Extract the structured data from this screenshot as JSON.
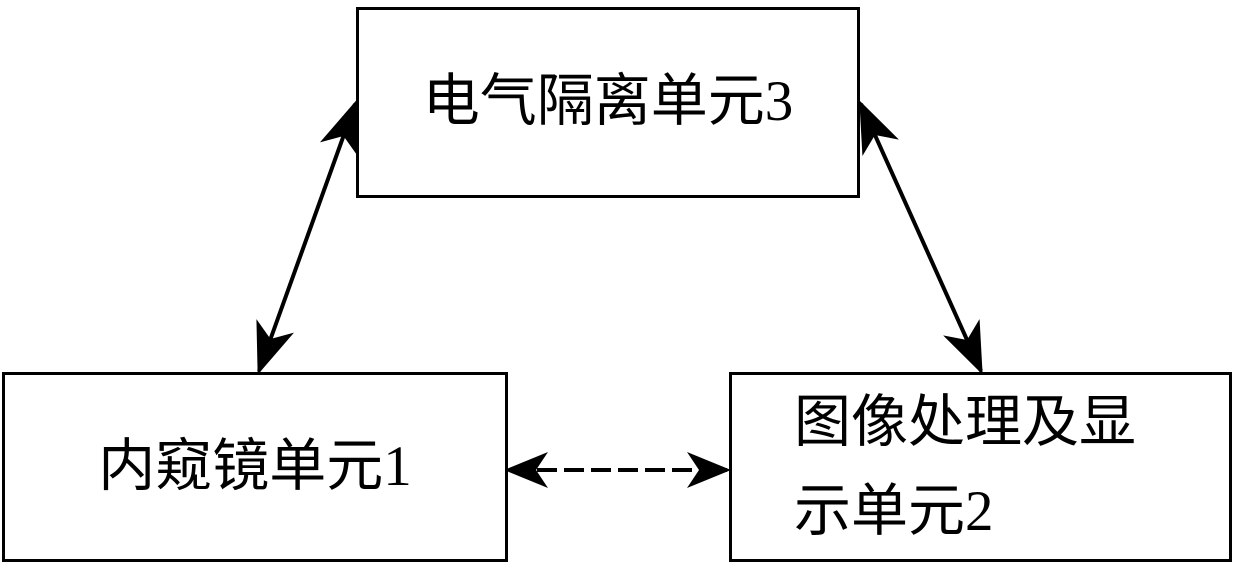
{
  "diagram": {
    "title": "",
    "background_color": "#ffffff",
    "line_color": "#000000",
    "text_color": "#000000",
    "nodes": [
      {
        "id": "isolation",
        "label": "电气隔离单元3",
        "number": "3",
        "shape": "rectangle",
        "position": "top-center"
      },
      {
        "id": "endoscope",
        "label": "内窥镜单元1",
        "number": "1",
        "shape": "rectangle",
        "position": "bottom-left"
      },
      {
        "id": "imaging",
        "label": "图像处理及显\n示单元2",
        "number": "2",
        "shape": "rectangle",
        "position": "bottom-right"
      }
    ],
    "connectors": [
      {
        "id": "isolation-endoscope",
        "from": "isolation",
        "to": "endoscope",
        "style": "solid",
        "arrowheads": "both",
        "label": ""
      },
      {
        "id": "isolation-imaging",
        "from": "isolation",
        "to": "imaging",
        "style": "solid",
        "arrowheads": "both",
        "label": ""
      },
      {
        "id": "endoscope-imaging",
        "from": "endoscope",
        "to": "imaging",
        "style": "dashed",
        "arrowheads": "both",
        "label": ""
      }
    ]
  }
}
